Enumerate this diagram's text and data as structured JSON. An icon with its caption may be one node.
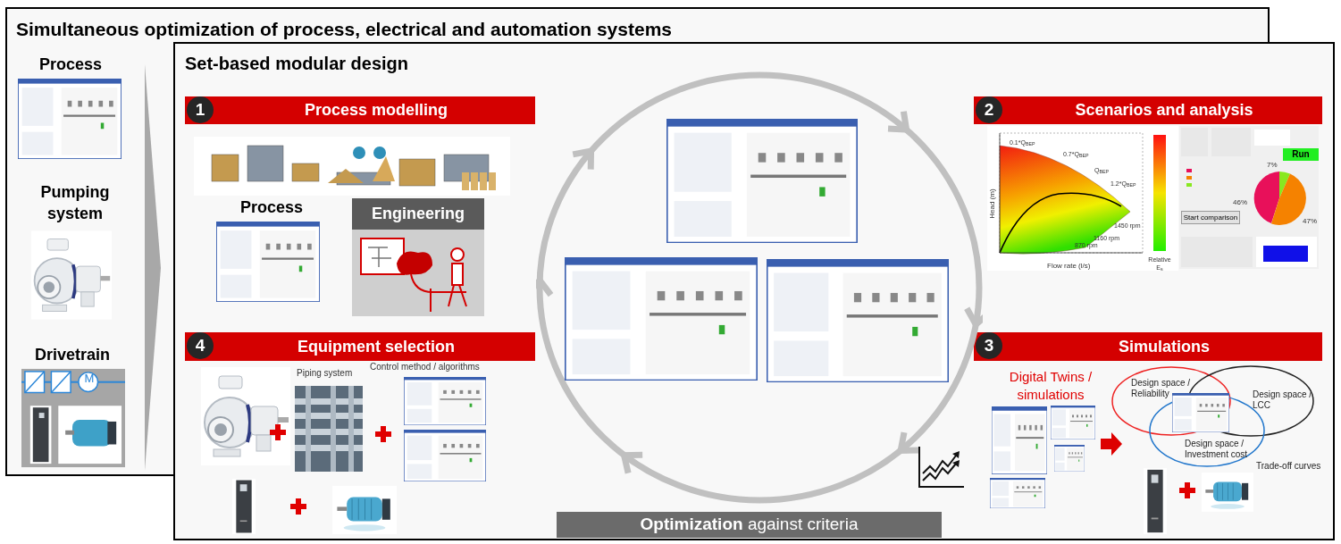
{
  "diagram": {
    "nodes": [
      {
        "text": [
          "Simultaneous optimization of process, electrical and automation systems"
        ]
      },
      {
        "text": [
          "Process"
        ],
        "in": 0
      },
      {
        "text": [
          "Pumping system"
        ],
        "in": 0
      },
      {
        "text": [
          "Drivetrain"
        ],
        "in": 0
      },
      {
        "text": [
          "Set-based modular design"
        ]
      },
      {
        "text": [
          "1",
          "Process modelling"
        ],
        "in": 4
      },
      {
        "text": [
          "Process"
        ],
        "in": 4
      },
      {
        "text": [
          "Engineering"
        ],
        "in": 4
      },
      {
        "text": [
          "2",
          "Scenarios and analysis"
        ],
        "in": 4
      },
      {
        "text": [
          "3",
          "Simulations"
        ],
        "in": 4
      },
      {
        "text": [
          "4",
          "Equipment selection"
        ],
        "in": 4
      },
      {
        "text": [
          "**Optimization** against criteria"
        ],
        "in": 4
      }
    ],
    "labels": [
      "M",
      "Piping system",
      "Control method / algorithms",
      "Digital Twins / simulations",
      "Design space / Reliability",
      "Design space / LCC",
      "Design space / Investment cost",
      "Trade-off curves",
      "Head (m)",
      "Flow rate (l/s)",
      "Relative E$_{s}$",
      "0.1*Q$_{BEP}$",
      "0.7*Q$_{BEP}$",
      "Q$_{BEP}$",
      "1.2*Q$_{BEP}$",
      "1450 rpm",
      "1160 rpm",
      "870 rpm",
      "Run",
      "Start comparison",
      "7%",
      "46%",
      "47%"
    ]
  }
}
